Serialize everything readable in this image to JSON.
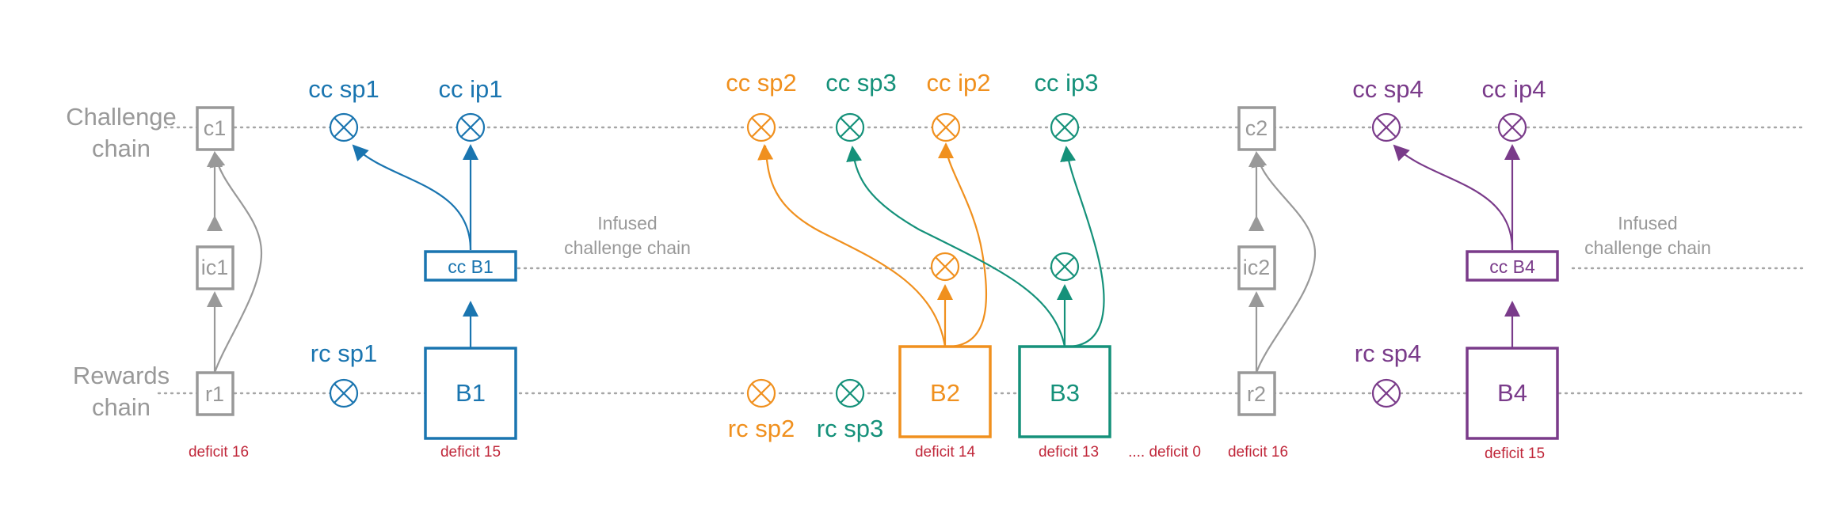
{
  "colors": {
    "gray": "#999999",
    "blue": "#1a75b0",
    "orange": "#f0901e",
    "teal": "#15917a",
    "purple": "#7a3b8a",
    "red": "#c0273a"
  },
  "row_labels": {
    "challenge": [
      "Challenge",
      "chain"
    ],
    "rewards": [
      "Rewards",
      "chain"
    ]
  },
  "infused": [
    "Infused",
    "challenge chain"
  ],
  "boxes": {
    "c1": "c1",
    "ic1": "ic1",
    "r1": "r1",
    "c2": "c2",
    "ic2": "ic2",
    "r2": "r2",
    "ccb1": "cc B1",
    "ccb4": "cc B4",
    "b1": "B1",
    "b2": "B2",
    "b3": "B3",
    "b4": "B4"
  },
  "points": {
    "cc_sp1": "cc sp1",
    "cc_ip1": "cc ip1",
    "cc_sp2": "cc sp2",
    "cc_sp3": "cc sp3",
    "cc_ip2": "cc ip2",
    "cc_ip3": "cc ip3",
    "cc_sp4": "cc sp4",
    "cc_ip4": "cc ip4",
    "rc_sp1": "rc sp1",
    "rc_sp2": "rc sp2",
    "rc_sp3": "rc sp3",
    "rc_sp4": "rc sp4"
  },
  "deficits": {
    "d1": "deficit 16",
    "d2": "deficit 15",
    "d3": "deficit 14",
    "d4": "deficit 13",
    "d5": ".... deficit 0",
    "d6": "deficit 16",
    "d7": "deficit 15"
  }
}
